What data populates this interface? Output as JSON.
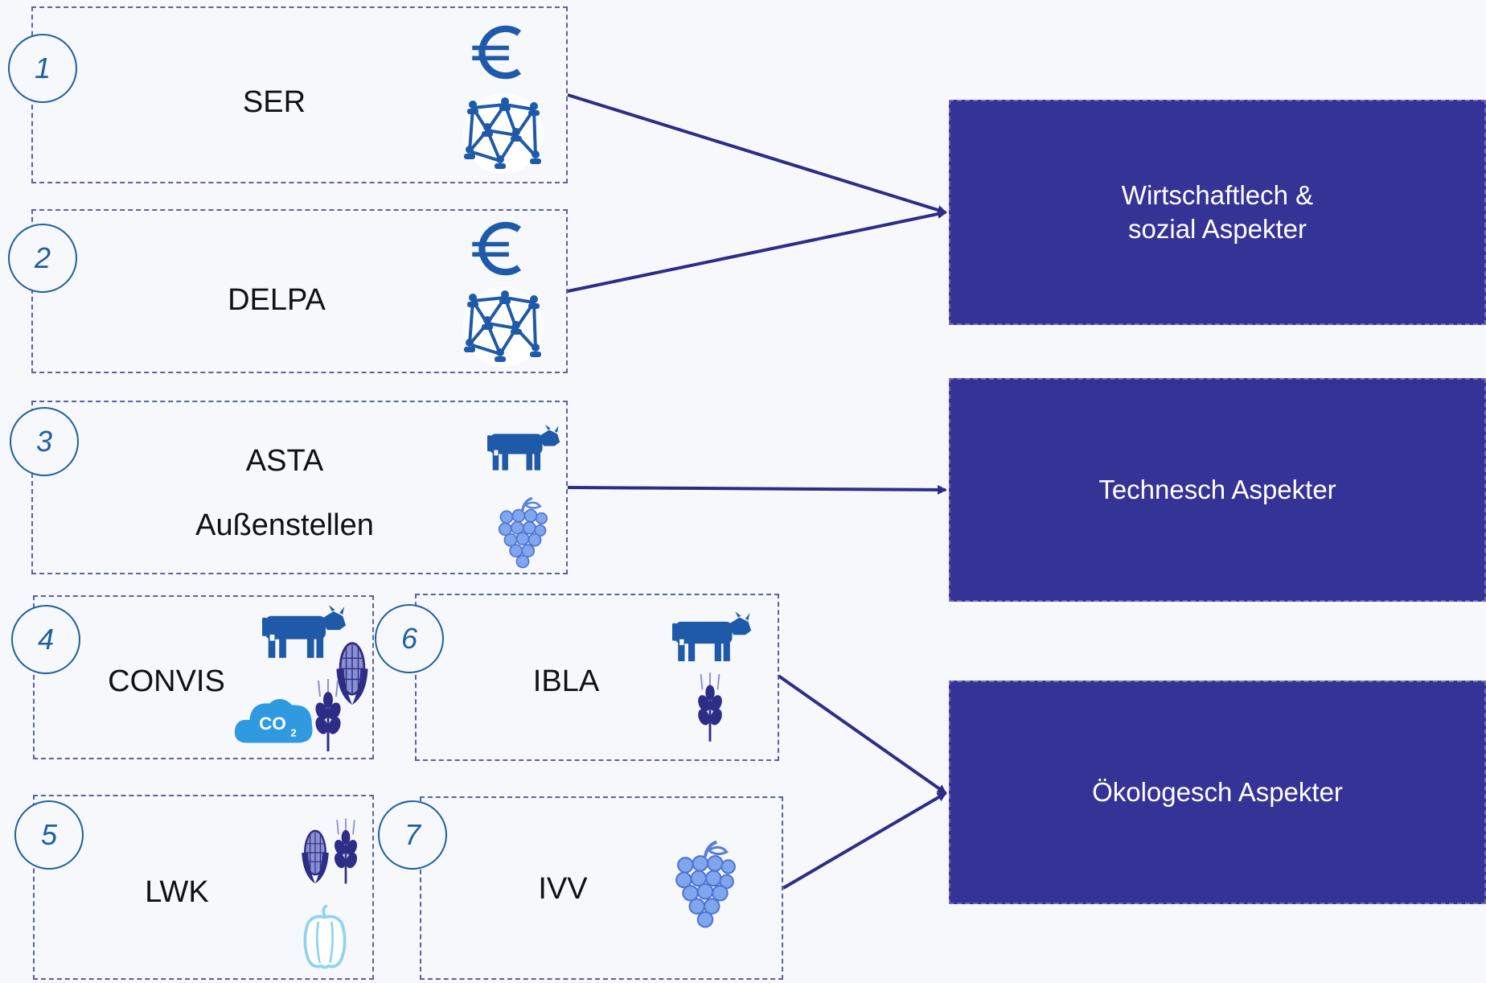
{
  "sources": [
    {
      "num": "1",
      "label": "SER"
    },
    {
      "num": "2",
      "label": "DELPA"
    },
    {
      "num": "3",
      "label": "ASTA",
      "label2": "Außenstellen"
    },
    {
      "num": "4",
      "label": "CONVIS"
    },
    {
      "num": "5",
      "label": "LWK"
    },
    {
      "num": "6",
      "label": "IBLA"
    },
    {
      "num": "7",
      "label": "IVV"
    }
  ],
  "aspects": {
    "economic_social": "Wirtschaftlech & sozial Aspekter",
    "technical": "Technesch Aspekter",
    "ecological": "Ökologesch Aspekter"
  },
  "icons": {
    "euro": "euro-icon",
    "network": "network-people-icon",
    "cow": "cow-icon",
    "grape": "grape-icon",
    "corn": "corn-icon",
    "wheat": "wheat-icon",
    "co2": "co2-cloud-icon",
    "pepper": "pepper-icon"
  },
  "colors": {
    "aspect_fill": "#353395",
    "arrow": "#2e2d86",
    "icon_blue": "#1f5aa8",
    "grape_fill": "#7fa6ee",
    "co2_fill": "#2f9ae0",
    "pepper_stroke": "#8fd3f2"
  }
}
